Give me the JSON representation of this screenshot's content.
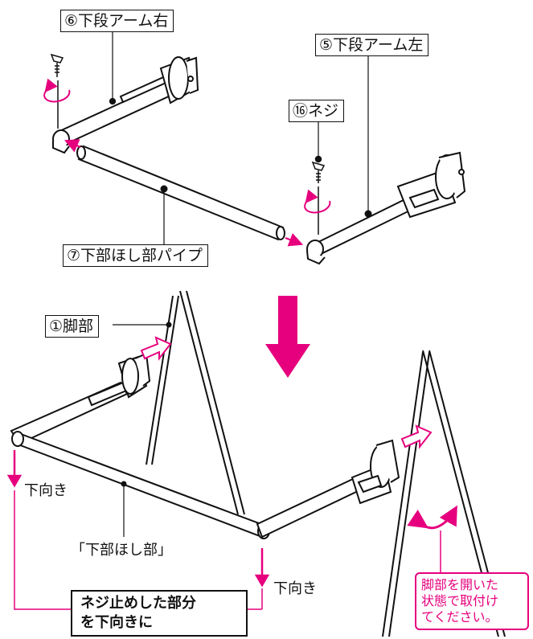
{
  "labels": {
    "arm_right": "⑥下段アーム右",
    "arm_left": "⑤下段アーム左",
    "screw": "⑯ネジ",
    "pipe": "⑦下部ほし部パイプ",
    "leg": "①脚部"
  },
  "texts": {
    "down_left": "下向き",
    "down_right": "下向き",
    "lower_part": "「下部ほし部」"
  },
  "note": {
    "line1": "ネジ止めした部分",
    "line2": "を下向きに"
  },
  "pink_note": {
    "line1": "脚部を開いた",
    "line2": "状態で取付け",
    "line3": "てください。"
  },
  "colors": {
    "accent": "#e6007e",
    "line": "#111111"
  }
}
